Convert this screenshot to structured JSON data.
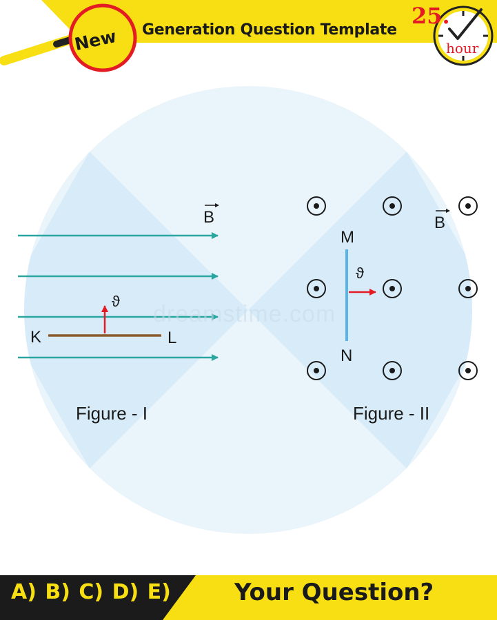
{
  "header": {
    "badge": "New",
    "title": "Generation Question Template",
    "clock_number": "25.",
    "clock_unit": "hour"
  },
  "figure1": {
    "label": "Figure - I",
    "field_symbol": "B",
    "velocity_symbol": "ϑ",
    "point_left": "K",
    "point_right": "L"
  },
  "figure2": {
    "label": "Figure - II",
    "field_symbol": "B",
    "velocity_symbol": "ϑ",
    "point_top": "M",
    "point_bottom": "N"
  },
  "watermark": "dreamstime.com",
  "footer": {
    "answers": "A) B) C) D) E)",
    "question": "Your Question?"
  },
  "colors": {
    "yellow": "#f7df14",
    "magnifier_red": "#e31b23",
    "field_arrow": "#2aa6a0",
    "velocity_arrow": "#e31b23",
    "rod_kl": "#8b5a2b",
    "rod_mn": "#5bb4e6",
    "bg_light_blue": "#e9f4fb",
    "bg_blue": "#d6eaf7"
  }
}
